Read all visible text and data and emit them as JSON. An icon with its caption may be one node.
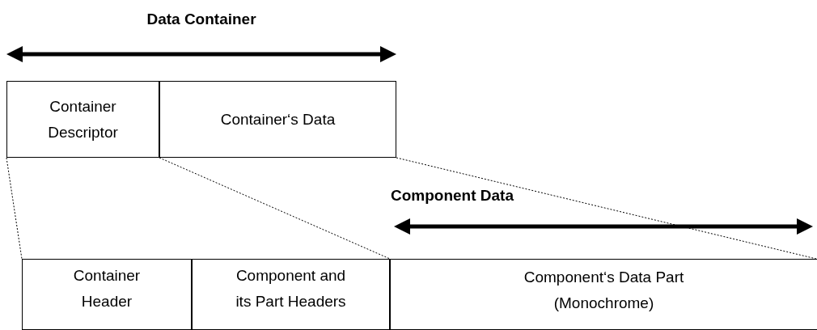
{
  "diagram": {
    "nodes": [
      {
        "text": [
          "Container Descriptor"
        ]
      },
      {
        "text": [
          "Container‘s Data"
        ]
      },
      {
        "text": [
          "Container Header"
        ]
      },
      {
        "text": [
          "Component and its Part Headers"
        ]
      },
      {
        "text": [
          "Component‘s Data Part (Monochrome)"
        ]
      }
    ],
    "edges": [
      {
        "from": 0,
        "to": 2,
        "arrow": "none",
        "style": "dashed"
      },
      {
        "from": 0,
        "to": 3,
        "arrow": "none",
        "style": "dashed"
      },
      {
        "from": 1,
        "to": 4,
        "arrow": "none",
        "style": "dashed"
      }
    ],
    "labels": [
      "Data Container",
      "Component Data"
    ]
  }
}
